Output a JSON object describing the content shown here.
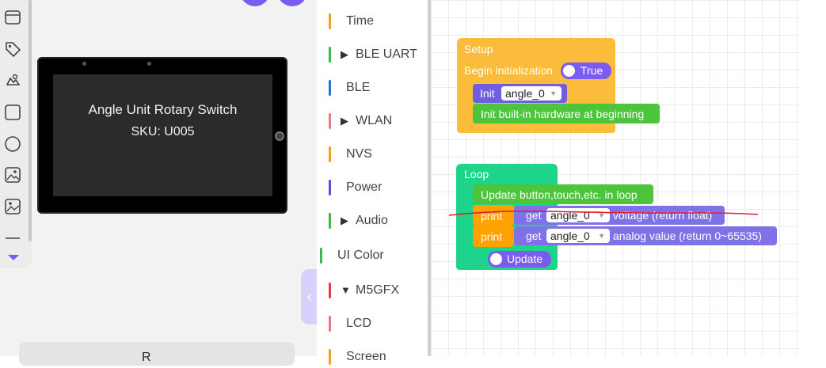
{
  "device": {
    "line1": "Angle Unit Rotary Switch",
    "line2": "SKU: U005"
  },
  "bottom_button": {
    "label": "R"
  },
  "toolbox_icons": [
    "window-icon",
    "tag-icon",
    "cloud-image-icon",
    "rectangle-icon",
    "circle-icon",
    "image-icon",
    "image-stack-icon",
    "line-icon"
  ],
  "categories": [
    {
      "label": "Time",
      "color": "#f0a020",
      "expandable": false,
      "expanded": false
    },
    {
      "label": "BLE UART",
      "color": "#3cb84a",
      "expandable": true,
      "expanded": false
    },
    {
      "label": "BLE",
      "color": "#1e74d2",
      "expandable": false,
      "expanded": false
    },
    {
      "label": "WLAN",
      "color": "#e87a85",
      "expandable": true,
      "expanded": false
    },
    {
      "label": "NVS",
      "color": "#f0a020",
      "expandable": false,
      "expanded": false
    },
    {
      "label": "Power",
      "color": "#5a4fcf",
      "expandable": false,
      "expanded": false
    },
    {
      "label": "Audio",
      "color": "#3cb84a",
      "expandable": true,
      "expanded": false
    },
    {
      "label": "UI Color",
      "color": "#3cb84a",
      "expandable": false,
      "expanded": false
    },
    {
      "label": "M5GFX",
      "color": "#d9404a",
      "expandable": true,
      "expanded": true
    },
    {
      "label": "LCD",
      "color": "#e87a85",
      "expandable": false,
      "expanded": false
    },
    {
      "label": "Screen",
      "color": "#f0a020",
      "expandable": false,
      "expanded": false
    }
  ],
  "blocks": {
    "setup": {
      "title": "Setup",
      "begin_label": "Begin initialization",
      "begin_toggle": "True",
      "init_label": "Init",
      "init_var": "angle_0",
      "init_hw": "Init built-in hardware at beginning"
    },
    "loop": {
      "title": "Loop",
      "update_label": "Update button,touch,etc. in loop",
      "print1": "print",
      "get1": "get",
      "var1": "angle_0",
      "desc1": "voltage (return float)",
      "print2": "print",
      "get2": "get",
      "var2": "angle_0",
      "desc2": "analog value (return 0~65535)",
      "update_toggle": "Update"
    }
  },
  "colors": {
    "accent": "#7b5cf0",
    "setup_block": "#fbbc3c",
    "loop_block": "#1ed48a",
    "init_block": "#6f5fe0",
    "hw_block": "#4cc43c",
    "print_block": "#ffa200",
    "get_block": "#7f72e8",
    "annotation": "#e2202a"
  }
}
